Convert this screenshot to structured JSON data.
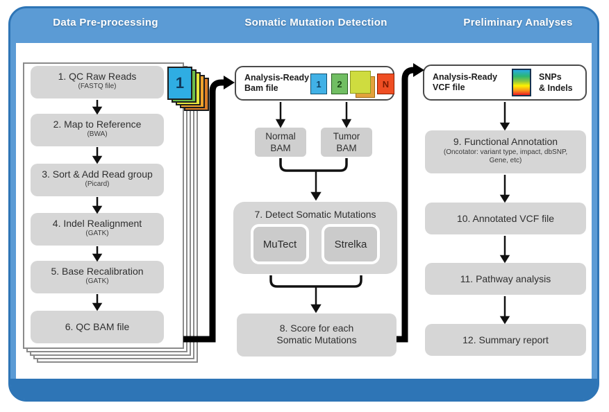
{
  "header": {
    "columns": [
      {
        "label": "Data Pre-processing"
      },
      {
        "label": "Somatic Mutation Detection"
      },
      {
        "label": "Preliminary Analyses"
      }
    ]
  },
  "preprocessing": {
    "stack_card_label": "1",
    "steps": [
      {
        "title": "1. QC Raw Reads",
        "subtitle": "(FASTQ file)"
      },
      {
        "title": "2. Map to Reference",
        "subtitle": "(BWA)"
      },
      {
        "title": "3. Sort & Add Read group",
        "subtitle": "(Picard)"
      },
      {
        "title": "4. Indel Realignment",
        "subtitle": "(GATK)"
      },
      {
        "title": "5. Base Recalibration",
        "subtitle": "(GATK)"
      },
      {
        "title": "6. QC BAM file",
        "subtitle": ""
      }
    ]
  },
  "detection": {
    "bam_box": {
      "title_line1": "Analysis-Ready",
      "title_line2": "Bam file",
      "sample_squares": [
        {
          "label": "1",
          "color": "#41B1E6"
        },
        {
          "label": "2",
          "color": "#71BE63"
        },
        {
          "label": "",
          "color": "#CFDC3F"
        },
        {
          "label": "N",
          "color": "#EF4E23"
        }
      ]
    },
    "normal_bam": {
      "line1": "Normal",
      "line2": "BAM"
    },
    "tumor_bam": {
      "line1": "Tumor",
      "line2": "BAM"
    },
    "step7": {
      "title": "7. Detect Somatic Mutations",
      "tools": [
        {
          "name": "MuTect"
        },
        {
          "name": "Strelka"
        }
      ]
    },
    "step8": {
      "line1": "8. Score for each",
      "line2": "Somatic Mutations"
    }
  },
  "analyses": {
    "vcf_box": {
      "title_line1": "Analysis-Ready",
      "title_line2": "VCF file",
      "legend_line1": "SNPs",
      "legend_line2": "& Indels"
    },
    "steps": [
      {
        "title": "9. Functional Annotation",
        "subtitle": "(Oncotator: variant type, impact, dbSNP, Gene, etc)"
      },
      {
        "title": "10. Annotated VCF file",
        "subtitle": ""
      },
      {
        "title": "11. Pathway analysis",
        "subtitle": ""
      },
      {
        "title": "12. Summary report",
        "subtitle": ""
      }
    ]
  },
  "colors": {
    "header_band": "#5B9BD5",
    "footer_band": "#2E75B6",
    "frame_border": "#2E75B6",
    "step_box_fill": "#D6D6D6",
    "card_blue": "#2FADE3",
    "card_green": "#6EBE4A",
    "card_yellow": "#E6E73B",
    "card_orange": "#F0A42D",
    "rainbow_stops": [
      "#29ABE2",
      "#2BB673",
      "#8DC63F",
      "#FFF200",
      "#F7941D",
      "#ED1C24"
    ]
  }
}
